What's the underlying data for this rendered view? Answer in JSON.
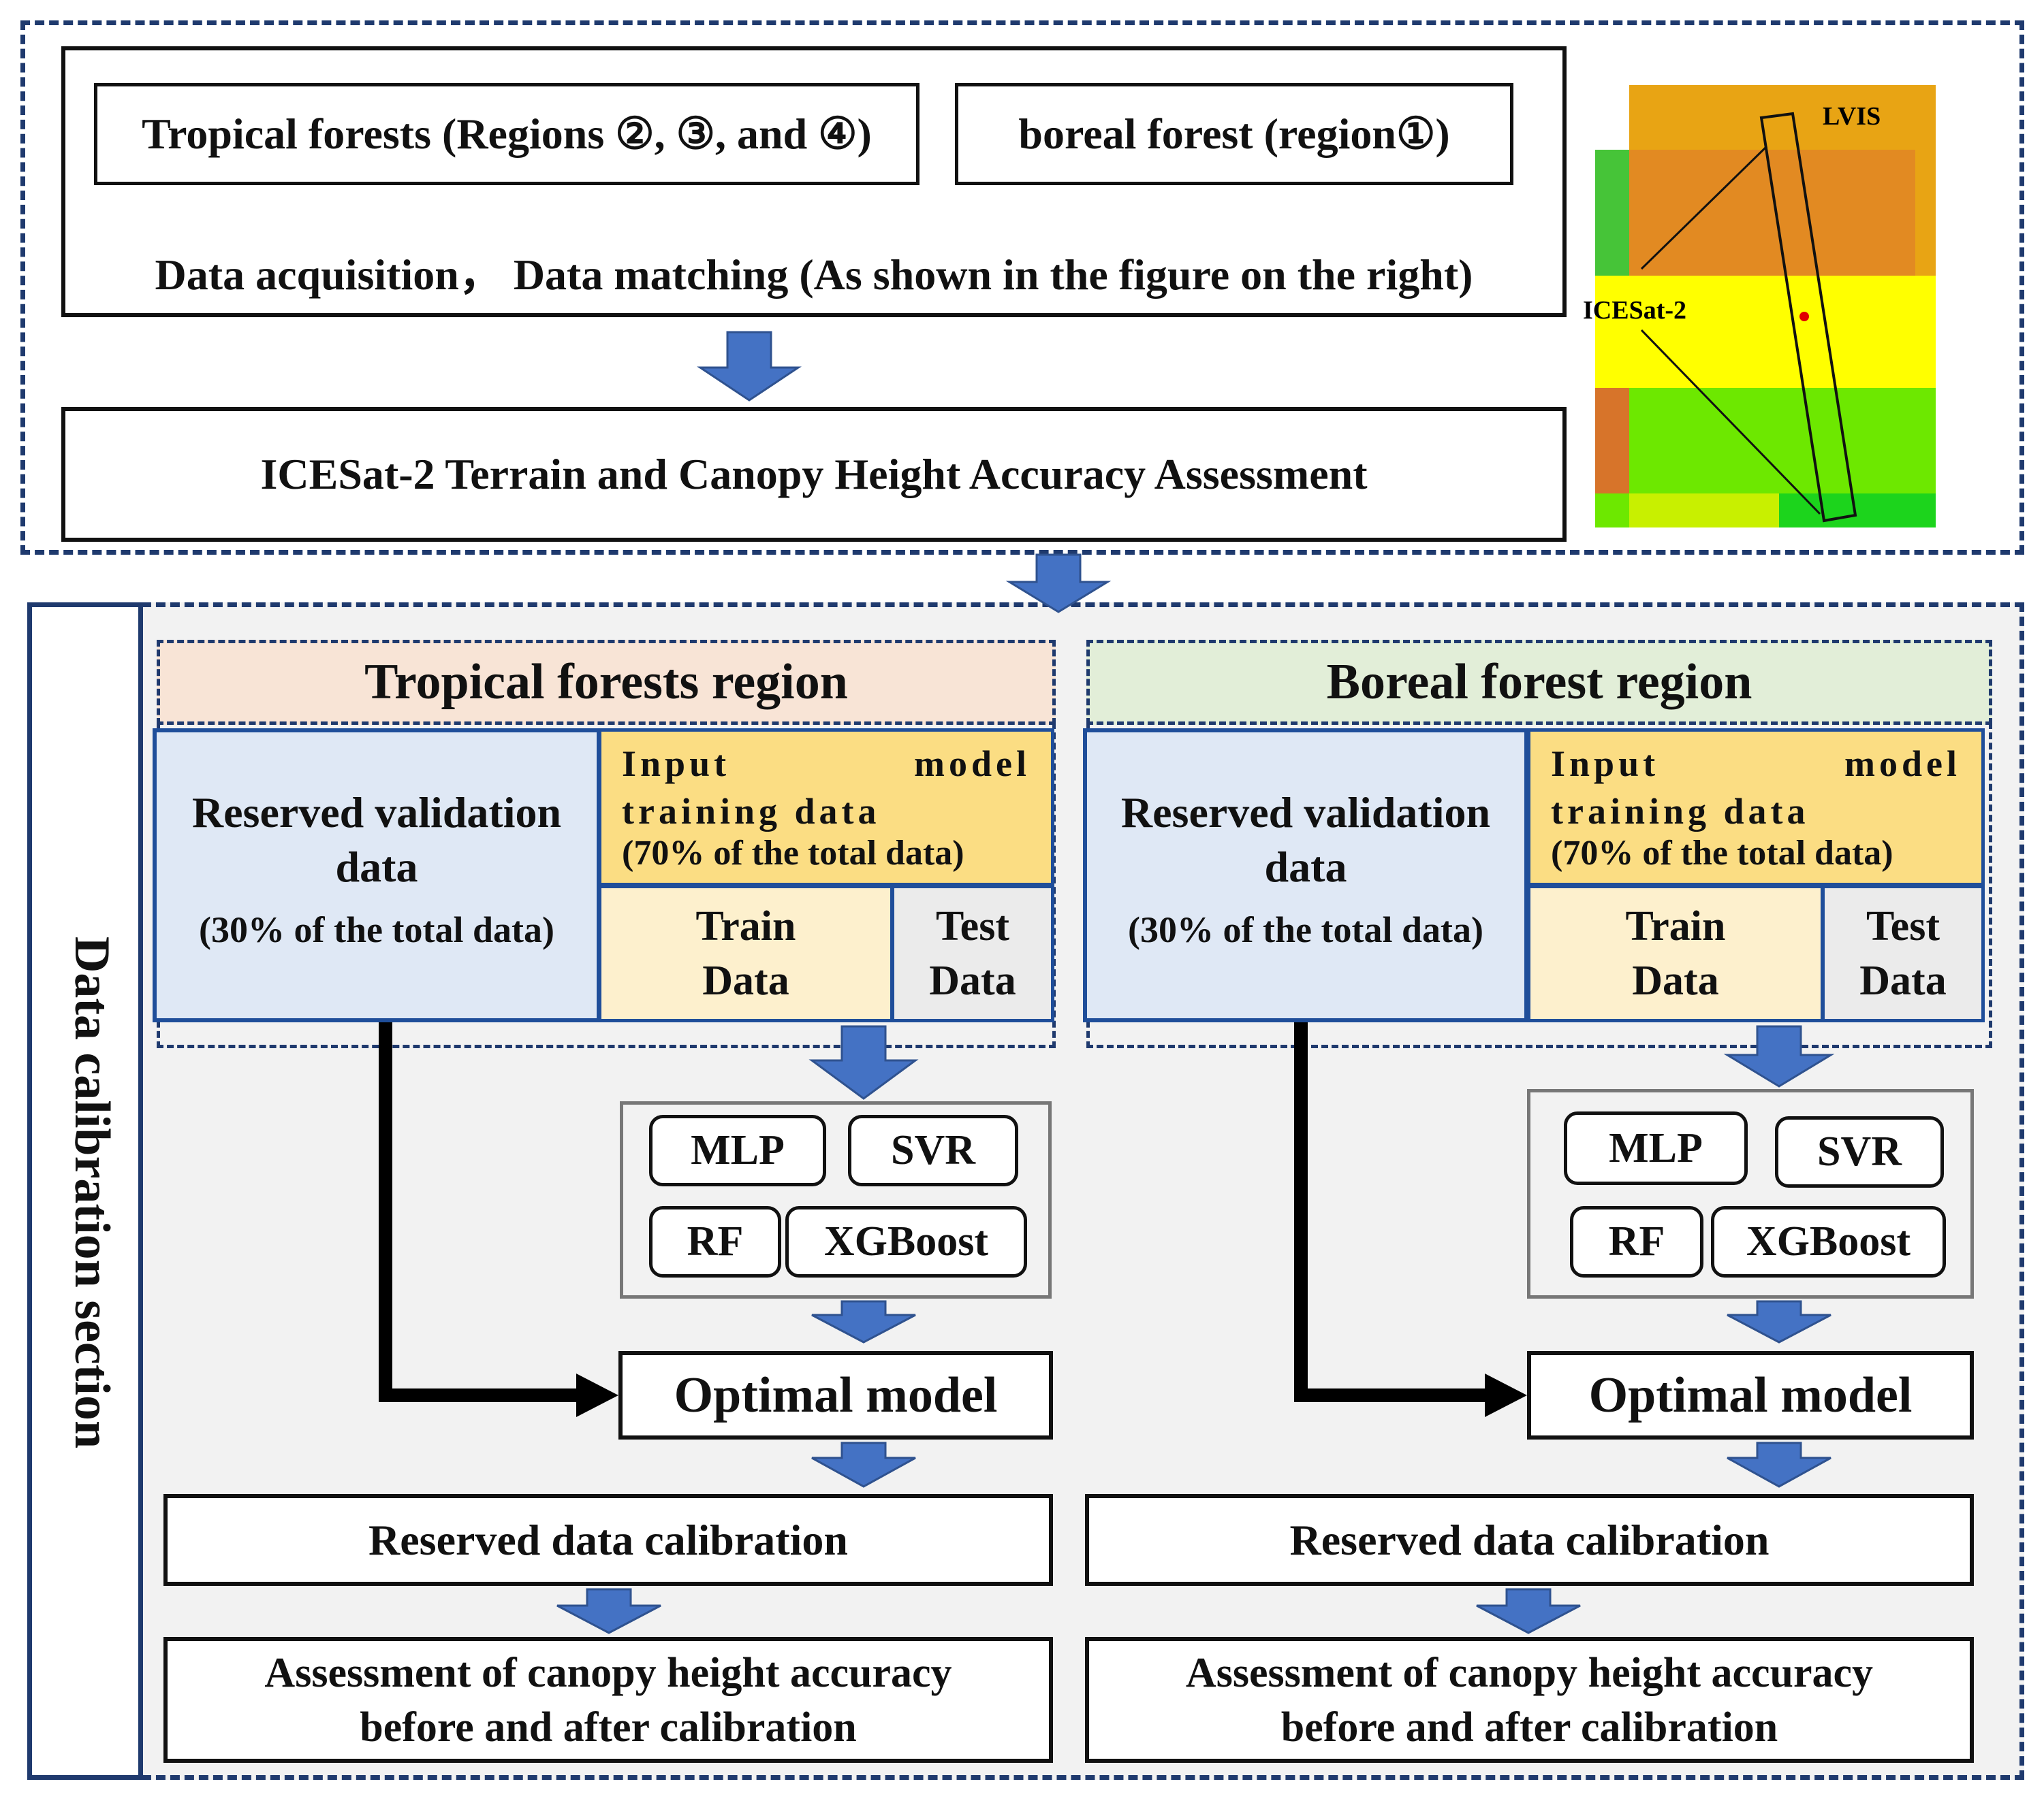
{
  "top": {
    "tropical_label": "Tropical forests (Regions ②, ③, and ④)",
    "boreal_label": "boreal forest (region①)",
    "acquisition_label": "Data acquisition， Data matching (As shown in the figure on the right)",
    "assessment_label": "ICESat-2 Terrain and Canopy Height Accuracy Assessment",
    "map": {
      "lvis_label": "LVIS",
      "icesat_label": "ICESat-2",
      "colors": [
        "#e8a414",
        "#e28a22",
        "#ffff00",
        "#6de800",
        "#c8f000",
        "#1cd41c",
        "#d7742a",
        "#46c438"
      ]
    }
  },
  "side_label": "Data calibration section",
  "regions": {
    "tropical": {
      "title": "Tropical forests region",
      "header_color": "#f8e4d6",
      "reserved_title": "Reserved validation data",
      "reserved_sub": "(30% of the total data)",
      "input_title": "Input model training data",
      "input_sub": "(70% of the total data)",
      "train": "Train Data",
      "test": "Test Data",
      "models": [
        "MLP",
        "SVR",
        "RF",
        "XGBoost"
      ],
      "optimal": "Optimal model",
      "calibration": "Reserved data calibration",
      "assessment": "Assessment of canopy height accuracy before and after calibration"
    },
    "boreal": {
      "title": "Boreal forest region",
      "header_color": "#e2eed8",
      "reserved_title": "Reserved validation data",
      "reserved_sub": "(30% of the total data)",
      "input_title": "Input model training data",
      "input_sub": "(70% of the total data)",
      "train": "Train Data",
      "test": "Test Data",
      "models": [
        "MLP",
        "SVR",
        "RF",
        "XGBoost"
      ],
      "optimal": "Optimal model",
      "calibration": "Reserved data calibration",
      "assessment": "Assessment of canopy height accuracy before and after calibration"
    }
  },
  "colors": {
    "section_border": "#1f3a6e",
    "arrow": "#4472c4",
    "reserved_fill": "#dfe8f5",
    "input_fill": "#fbdd83",
    "train_fill": "#fdf0cd"
  }
}
